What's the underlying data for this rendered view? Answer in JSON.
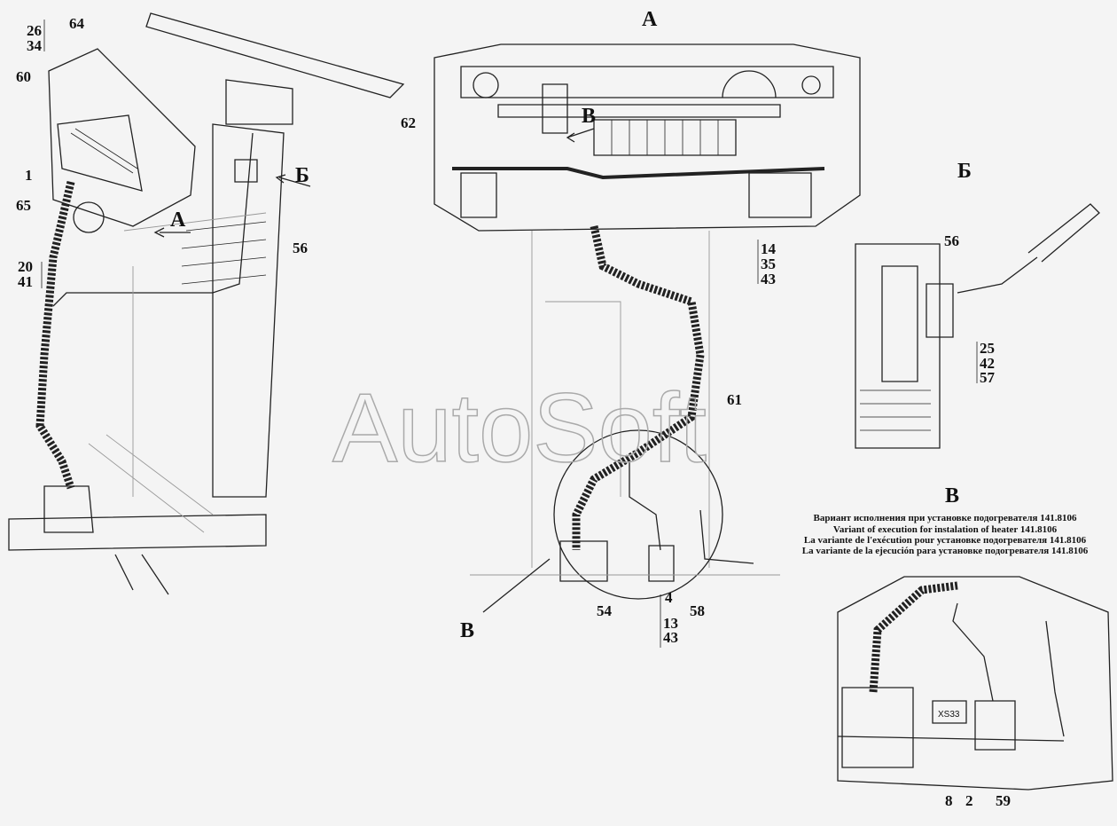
{
  "views": {
    "a_title": "А",
    "b_title": "Б",
    "v_title": "В"
  },
  "left_view": {
    "labels": [
      "26",
      "34",
      "64",
      "60",
      "1",
      "65",
      "20",
      "41",
      "56"
    ],
    "arrow_a": "А",
    "arrow_b": "Б"
  },
  "view_a": {
    "labels": [
      "62",
      "14",
      "35",
      "43",
      "61",
      "54",
      "4",
      "13",
      "43",
      "58"
    ],
    "arrow_v": "В",
    "callout_v": "В"
  },
  "view_b": {
    "labels": [
      "56",
      "25",
      "42",
      "57"
    ]
  },
  "view_v": {
    "caption": [
      "Вариант исполнения при установке подогревателя 141.8106",
      "Variant of execution for instalation of heater 141.8106",
      "La variante de l'exécution pour установке подогревателя 141.8106",
      "La variante de la ejecución para установке подогревателя 141.8106"
    ],
    "connector": "XS33",
    "labels": [
      "8",
      "2",
      "59"
    ]
  },
  "watermark": "AutoSoft"
}
